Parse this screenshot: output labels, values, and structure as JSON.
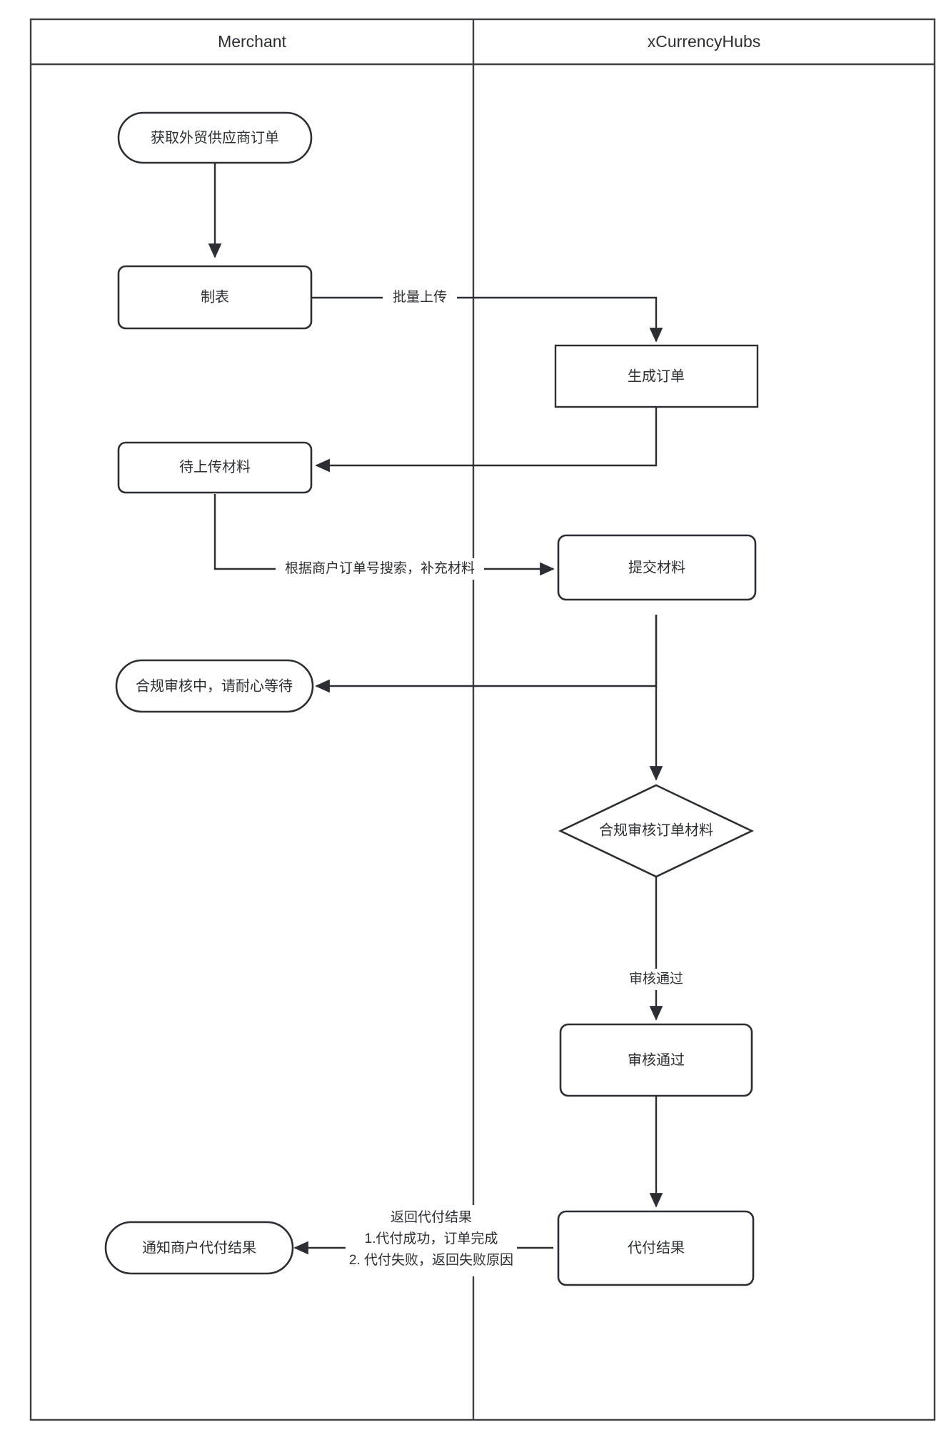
{
  "diagram": {
    "type": "swimlane-flowchart",
    "background_color": "#ffffff",
    "line_color": "#2b2f33",
    "text_color": "#2b2f33",
    "lanes": [
      {
        "id": "merchant",
        "title": "Merchant"
      },
      {
        "id": "xcurrencyhubs",
        "title": "xCurrencyHubs"
      }
    ],
    "nodes": [
      {
        "id": "n1",
        "lane": "merchant",
        "shape": "stadium",
        "label": "获取外贸供应商订单"
      },
      {
        "id": "n2",
        "lane": "merchant",
        "shape": "rounded",
        "label": "制表"
      },
      {
        "id": "n3",
        "lane": "xcurrencyhubs",
        "shape": "rect",
        "label": "生成订单"
      },
      {
        "id": "n4",
        "lane": "merchant",
        "shape": "rounded",
        "label": "待上传材料"
      },
      {
        "id": "n5",
        "lane": "xcurrencyhubs",
        "shape": "rounded",
        "label": "提交材料"
      },
      {
        "id": "n6",
        "lane": "merchant",
        "shape": "stadium",
        "label": "合规审核中，请耐心等待"
      },
      {
        "id": "n7",
        "lane": "xcurrencyhubs",
        "shape": "diamond",
        "label": "合规审核订单材料"
      },
      {
        "id": "n8",
        "lane": "xcurrencyhubs",
        "shape": "rounded",
        "label": "审核通过"
      },
      {
        "id": "n9",
        "lane": "xcurrencyhubs",
        "shape": "rounded",
        "label": "代付结果"
      },
      {
        "id": "n10",
        "lane": "merchant",
        "shape": "stadium",
        "label": "通知商户代付结果"
      }
    ],
    "edge_labels": {
      "e_upload": "批量上传",
      "e_search": "根据商户订单号搜索，补充材料",
      "e_pass": "审核通过",
      "e_result_line1": "返回代付结果",
      "e_result_line2": "1.代付成功，订单完成",
      "e_result_line3": "2. 代付失败，返回失败原因"
    }
  }
}
